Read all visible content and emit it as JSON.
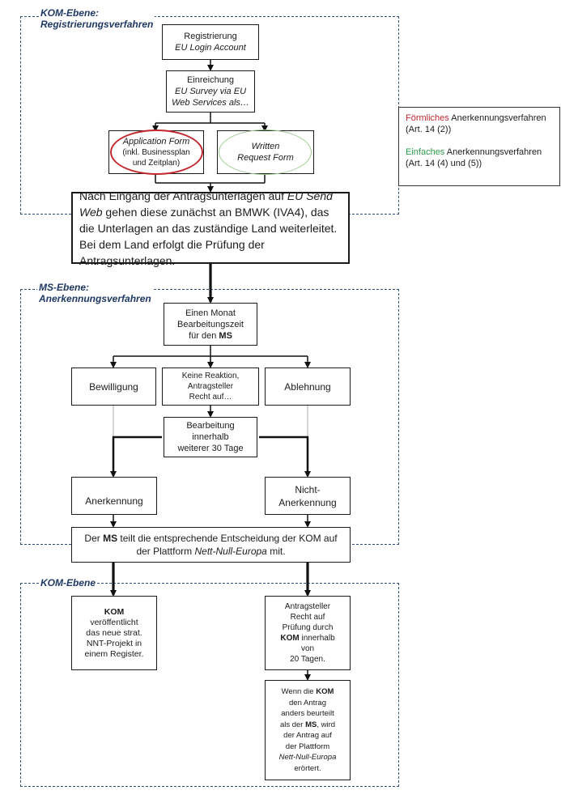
{
  "sections": {
    "kom_registration": {
      "line1": "KOM-Ebene:",
      "line2": "Registrierungsverfahren"
    },
    "ms_recognition": {
      "line1": "MS-Ebene:",
      "line2": "Anerkennungsverfahren"
    },
    "kom_final": {
      "line1": "KOM-Ebene"
    }
  },
  "boxes": {
    "registrierung": {
      "line1": "Registrierung",
      "line2": "EU Login Account"
    },
    "einreichung": {
      "line1": "Einreichung",
      "line2": "EU Survey via EU",
      "line3": "Web Services als…"
    },
    "application_form": {
      "line1": "Application Form",
      "line2": "(inkl. Businessplan",
      "line3": "und Zeitplan)"
    },
    "written_request": {
      "line1": "Written",
      "line2": "Request Form"
    },
    "eingang": {
      "part1": "Nach Eingang der Antragsunterlagen auf ",
      "part2": "EU Send Web",
      "part3": " gehen diese zunächst an BMWK (IVA4), das die Unterlagen an das zuständige Land weiterleitet. Bei dem Land erfolgt die Prüfung der Antragsunterlagen."
    },
    "monat": {
      "line1": "Einen Monat",
      "line2": "Bearbeitungszeit",
      "line3a": "für den ",
      "line3b": "MS"
    },
    "bewilligung": "Bewilligung",
    "keine_reaktion": {
      "line1": "Keine Reaktion,",
      "line2": "Antragsteller",
      "line3": "Recht auf…"
    },
    "ablehnung": "Ablehnung",
    "bearbeitung": {
      "line1": "Bearbeitung",
      "line2": "innerhalb",
      "line3": "weiterer 30 Tage"
    },
    "anerkennung": "Anerkennung",
    "nicht_anerkennung": {
      "line1": "Nicht-",
      "line2": "Anerkennung"
    },
    "ms_teilt": {
      "part1": "Der ",
      "part2": "MS",
      "part3": " teilt die entsprechende Entscheidung der KOM auf",
      "part4": "der Plattform ",
      "part5": "Nett-Null-Europa",
      "part6": " mit."
    },
    "kom_veroeffentlicht": {
      "line1": "KOM",
      "line2": "veröffentlicht",
      "line3": "das neue strat.",
      "line4": "NNT-Projekt in",
      "line5": "einem Register."
    },
    "antragsteller_recht": {
      "line1": "Antragsteller",
      "line2": "Recht auf",
      "line3": "Prüfung durch",
      "line4a": "KOM",
      "line4b": " innerhalb",
      "line5": "von",
      "line6": "20 Tagen."
    },
    "wenn_kom": {
      "line1a": "Wenn die ",
      "line1b": "KOM",
      "line2": "den Antrag",
      "line3": "anders beurteilt",
      "line4a": "als der ",
      "line4b": "MS",
      "line4c": ", wird",
      "line5": "der Antrag auf",
      "line6": "der Plattform",
      "line7": "Nett-Null-Europa",
      "line8": "erörtert."
    }
  },
  "legend": {
    "formal_word": "Förmliches",
    "formal_rest": " Anerkennungsverfahren",
    "formal_ref": "(Art. 14 (2))",
    "simple_word": "Einfaches",
    "simple_rest": " Anerkennungsverfahren",
    "simple_ref": "(Art. 14 (4) und (5))"
  },
  "colors": {
    "frame": "#2f4f76",
    "title": "#1f3864",
    "formal": "#c0282e",
    "simple": "#2e9a4a",
    "ellipse_green": "#9ccc8f"
  }
}
